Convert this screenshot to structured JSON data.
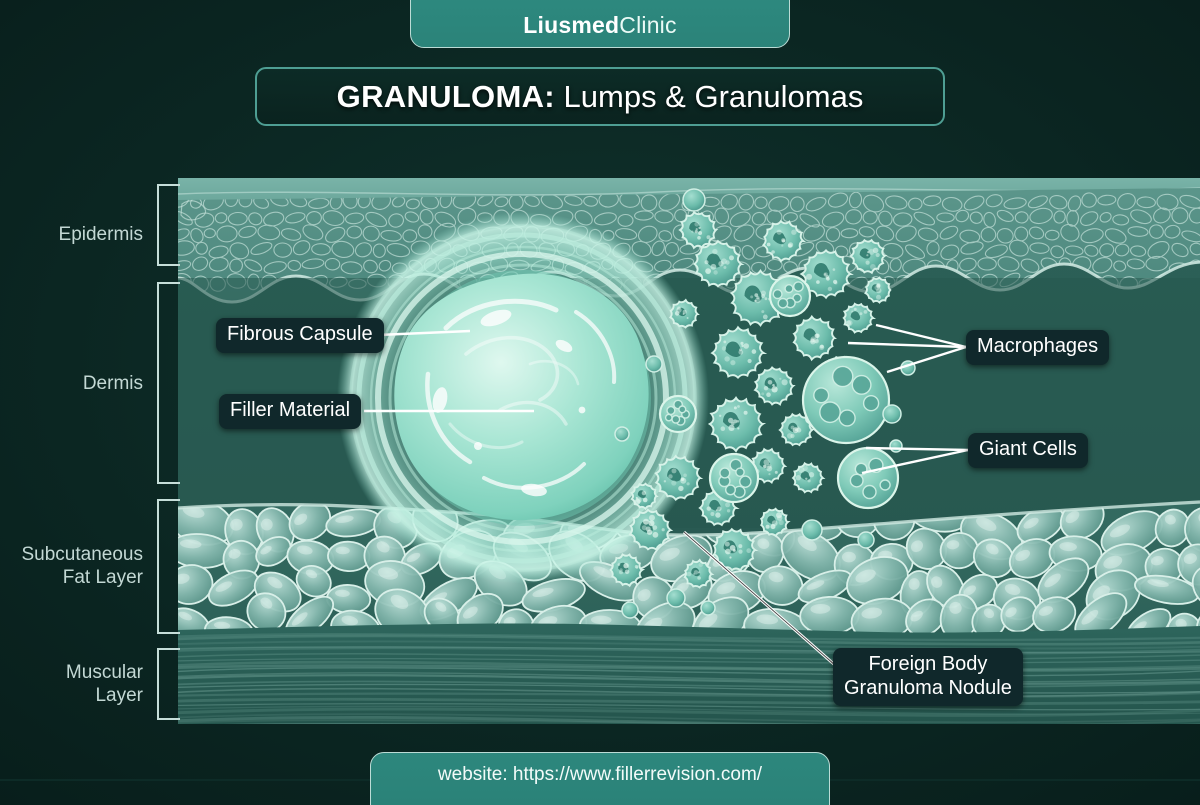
{
  "brand": {
    "bold": "Liusmed",
    "light": "Clinic"
  },
  "title": {
    "bold": "GRANULOMA:",
    "rest": " Lumps & Granulomas"
  },
  "footer": {
    "text": "website: https://www.fillerrevision.com/"
  },
  "colors": {
    "background": "#0c2a26",
    "brand_bar": "#2e8a80",
    "border_light": "#bcdcd6",
    "title_border": "#4e9e93",
    "label_bg": "#10282b",
    "label_text": "#ffffff",
    "bracket": "#c6ded9",
    "layer_text": "#c3d8d4",
    "tissue_teal": "#3c8d82",
    "granuloma_glow": "#aef0e0",
    "cell_teal": "#55a99c"
  },
  "skin_layers": [
    {
      "name": "epidermis",
      "label": "Epidermis"
    },
    {
      "name": "dermis",
      "label": "Dermis"
    },
    {
      "name": "subcutaneous",
      "label": "Subcutaneous\nFat Layer"
    },
    {
      "name": "muscular",
      "label": "Muscular\nLayer"
    }
  ],
  "callouts": [
    {
      "name": "fibrous-capsule",
      "label": "Fibrous Capsule"
    },
    {
      "name": "filler-material",
      "label": "Filler Material"
    },
    {
      "name": "macrophages",
      "label": "Macrophages"
    },
    {
      "name": "giant-cells",
      "label": "Giant Cells"
    },
    {
      "name": "foreign-body-granuloma-nodule",
      "label": "Foreign Body\nGranuloma Nodule"
    }
  ]
}
